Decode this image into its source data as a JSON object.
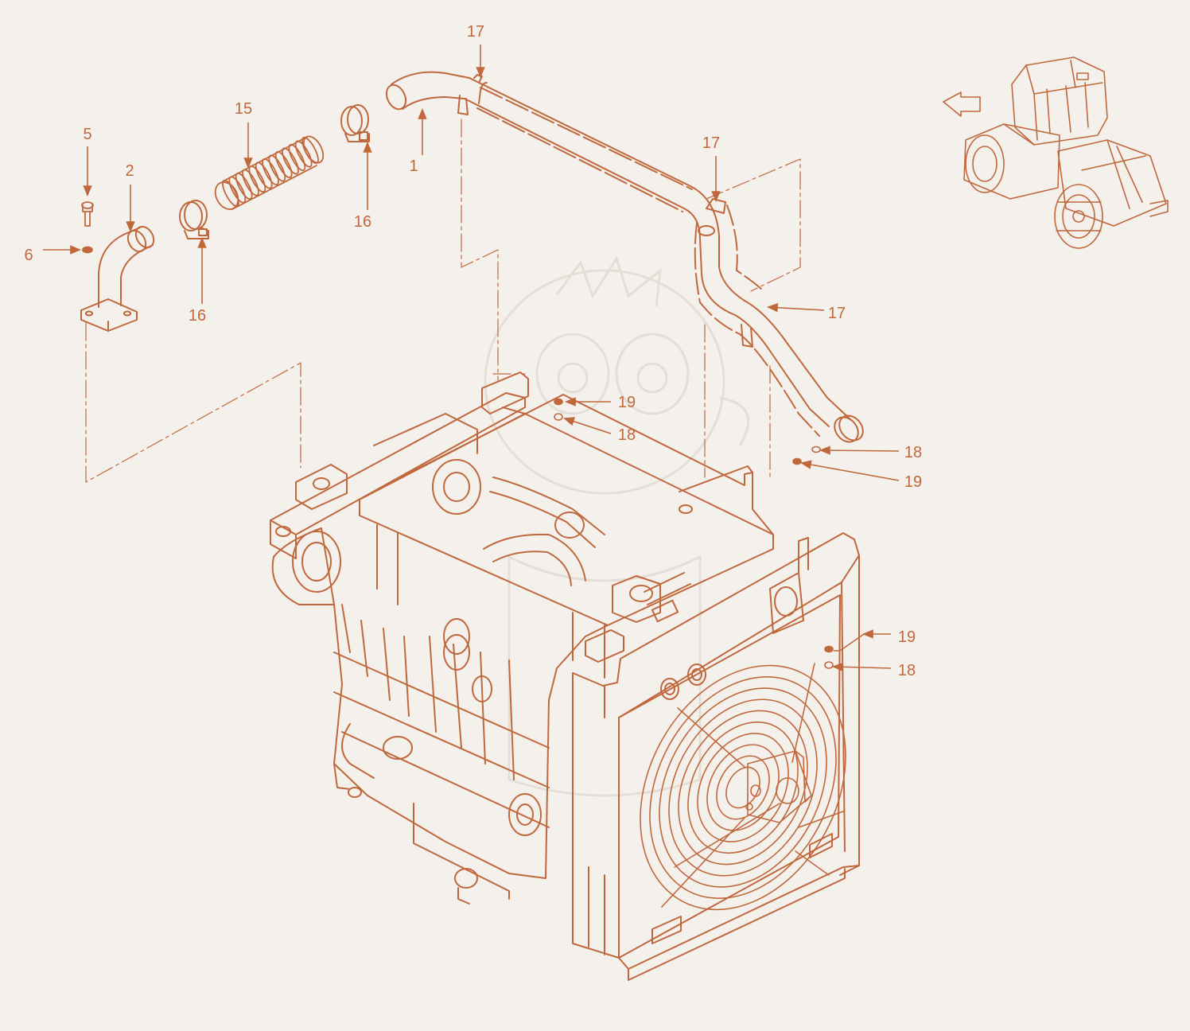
{
  "colors": {
    "background": "#f4f1ed",
    "line": "#c0683c",
    "watermark": "#e4ded7"
  },
  "callouts": [
    {
      "id": "c1",
      "label": "1"
    },
    {
      "id": "c2",
      "label": "2"
    },
    {
      "id": "c5",
      "label": "5"
    },
    {
      "id": "c6",
      "label": "6"
    },
    {
      "id": "c15",
      "label": "15"
    },
    {
      "id": "c16a",
      "label": "16"
    },
    {
      "id": "c16b",
      "label": "16"
    },
    {
      "id": "c17a",
      "label": "17"
    },
    {
      "id": "c17b",
      "label": "17"
    },
    {
      "id": "c17c",
      "label": "17"
    },
    {
      "id": "c19a",
      "label": "19"
    },
    {
      "id": "c18a",
      "label": "18"
    },
    {
      "id": "c18b",
      "label": "18"
    },
    {
      "id": "c19b",
      "label": "19"
    },
    {
      "id": "c19c",
      "label": "19"
    },
    {
      "id": "c18c",
      "label": "18"
    }
  ],
  "icons": {
    "orientation_arrow": "direction-arrow-icon",
    "machine_thumbnail": "compactor-machine-icon"
  }
}
